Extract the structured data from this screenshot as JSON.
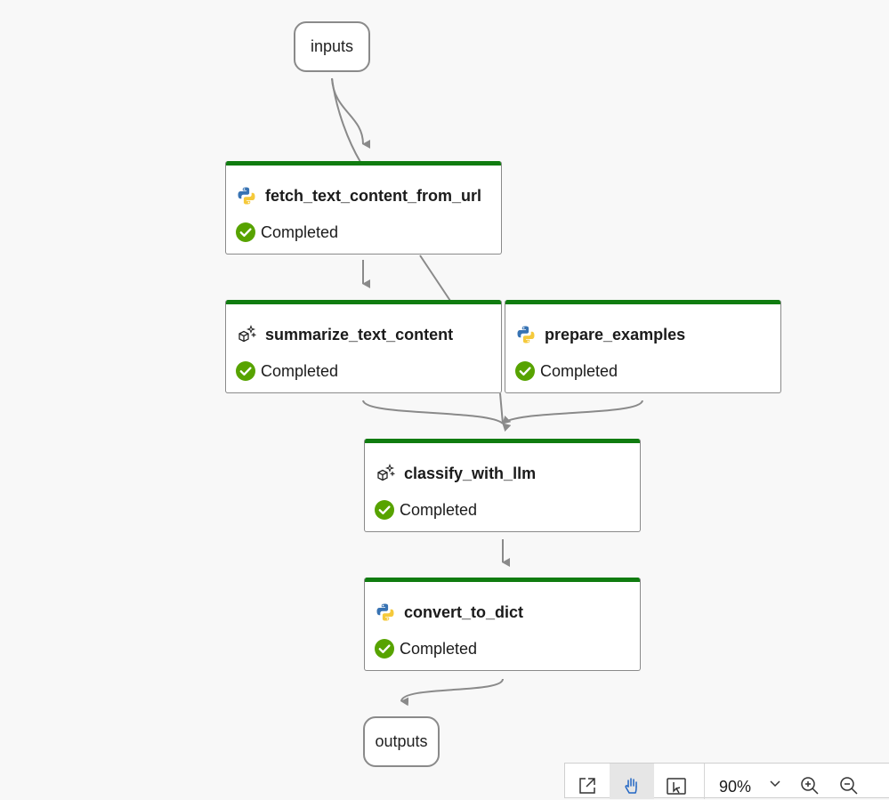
{
  "graph": {
    "inputs_label": "inputs",
    "outputs_label": "outputs",
    "nodes": [
      {
        "title": "fetch_text_content_from_url",
        "status": "Completed",
        "icon": "python-icon"
      },
      {
        "title": "summarize_text_content",
        "status": "Completed",
        "icon": "llm-sparkle-icon"
      },
      {
        "title": "prepare_examples",
        "status": "Completed",
        "icon": "python-icon"
      },
      {
        "title": "classify_with_llm",
        "status": "Completed",
        "icon": "llm-sparkle-icon"
      },
      {
        "title": "convert_to_dict",
        "status": "Completed",
        "icon": "python-icon"
      }
    ]
  },
  "toolbar": {
    "zoom": "90%",
    "buttons": [
      "fit-to-screen-icon",
      "pan-hand-icon",
      "select-pointer-icon",
      "chevron-down-icon",
      "zoom-in-icon",
      "zoom-out-icon"
    ]
  },
  "colors": {
    "status_bar": "#107c10",
    "completed_check": "#57a300",
    "edge": "#8a8a8a",
    "background": "#f8f8f8"
  }
}
